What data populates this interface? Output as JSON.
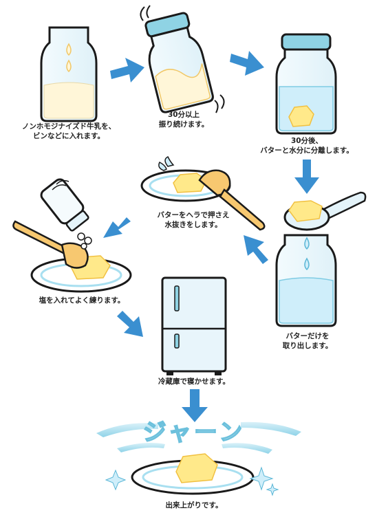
{
  "steps": [
    {
      "id": "step1",
      "lines": [
        "ノンホモジナイズド牛乳を、",
        "ビンなどに入れます。"
      ]
    },
    {
      "id": "step2",
      "lines": [
        "30分以上",
        "振り続けます。"
      ]
    },
    {
      "id": "step3",
      "lines": [
        "30分後、",
        "バターと水分に分離します。"
      ]
    },
    {
      "id": "step4",
      "lines": [
        "バターだけを",
        "取り出します。"
      ]
    },
    {
      "id": "step5",
      "lines": [
        "バターをヘラで押さえ",
        "水抜きをします。"
      ]
    },
    {
      "id": "step6",
      "lines": [
        "塩を入れてよく練ります。"
      ]
    },
    {
      "id": "step7",
      "lines": [
        "冷蔵庫で寝かせます。"
      ]
    },
    {
      "id": "step8",
      "lines": [
        "出来上がりです。"
      ]
    }
  ],
  "sound_effect": "ジャーン",
  "colors": {
    "arrow": "#3a8fd0",
    "outline": "#1a1a1a",
    "glass": "#e8f4fa",
    "lid": "#8fd3e4",
    "milk": "#fff6d8",
    "butter": "#ffe98a",
    "butter_shade": "#ffd94a",
    "water": "#cfeefa",
    "spatula": "#f7c870",
    "plate_rim": "#a8dff0",
    "fridge": "#e8f5fb",
    "burst": "#bfe6f3"
  },
  "icons": [
    "arrow-icon",
    "milk-bottle-icon",
    "shaking-bottle-icon",
    "separated-bottle-icon",
    "spoon-icon",
    "spatula-icon",
    "plate-icon",
    "salt-shaker-icon",
    "refrigerator-icon",
    "sparkle-icon"
  ]
}
